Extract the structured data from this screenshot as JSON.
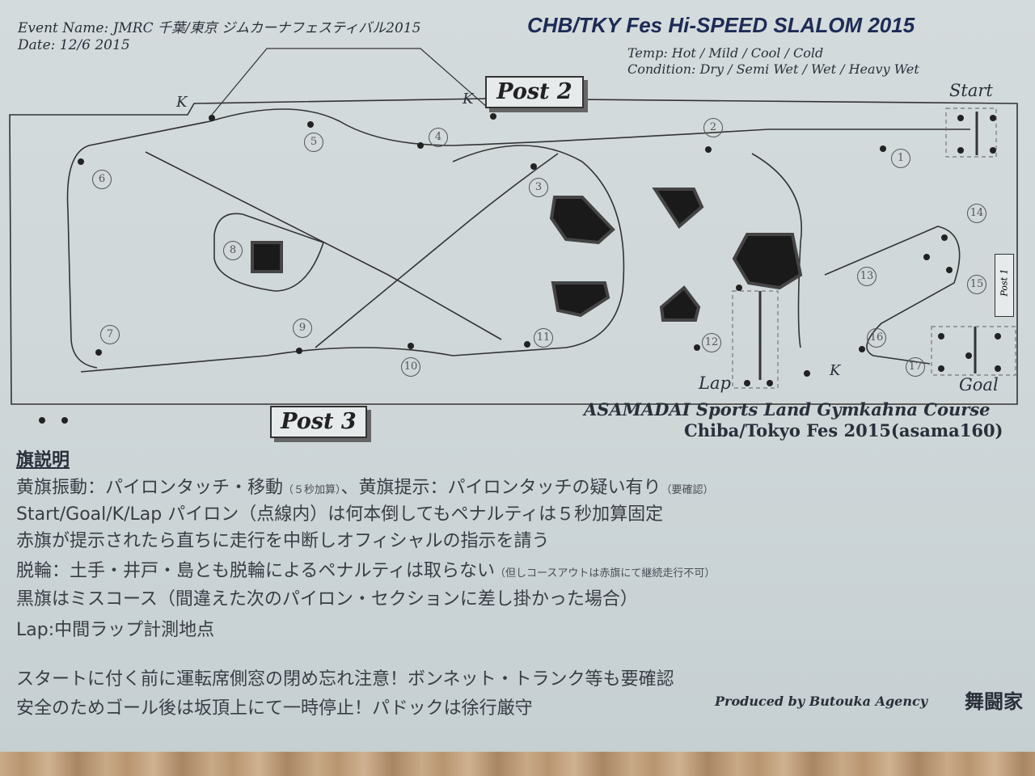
{
  "header": {
    "event_name": "Event Name: JMRC 千葉/東京 ジムカーナフェスティバル2015",
    "date": "Date:      12/6  2015",
    "title": "CHB/TKY Fes Hi-SPEED SLALOM 2015",
    "temp": "Temp: Hot / Mild / Cool / Cold",
    "condition": "Condition: Dry / Semi Wet / Wet / Heavy Wet"
  },
  "course": {
    "post1": "Post 1",
    "post2": "Post 2",
    "post3": "Post 3",
    "start": "Start",
    "goal": "Goal",
    "lap": "Lap",
    "k_marker": "K",
    "pylon_numbers": [
      "1",
      "2",
      "3",
      "4",
      "5",
      "6",
      "7",
      "8",
      "9",
      "10",
      "11",
      "12",
      "13",
      "14",
      "15",
      "16",
      "17"
    ],
    "name": "ASAMADAI Sports Land Gymkahna Course",
    "subtitle": "Chiba/Tokyo Fes 2015(asama160)"
  },
  "legend": {
    "title": "旗説明",
    "rule1": "黄旗振動：パイロンタッチ・移動",
    "rule1_note": "（５秒加算）",
    "rule1b": "、黄旗提示：パイロンタッチの疑い有り",
    "rule1b_note": "（要確認）",
    "rule2": "Start/Goal/K/Lap パイロン（点線内）は何本倒してもペナルティは５秒加算固定",
    "rule3": "赤旗が提示されたら直ちに走行を中断しオフィシャルの指示を請う",
    "rule4": "脱輪：土手・井戸・島とも脱輪によるペナルティは取らない",
    "rule4_note": "（但しコースアウトは赤旗にて継続走行不可）",
    "rule5": "黒旗はミスコース（間違えた次のパイロン・セクションに差し掛かった場合）",
    "rule6": "Lap:中間ラップ計測地点",
    "warn1": "スタートに付く前に運転席側窓の閉め忘れ注意！ボンネット・トランク等も要確認",
    "warn2": "安全のためゴール後は坂頂上にて一時停止！パドックは徐行厳守"
  },
  "footer": {
    "produced_by": "Produced by Butouka Agency",
    "logo_text": "舞闘家"
  },
  "colors": {
    "paper": "#d0d8da",
    "ink": "#2a2f3a",
    "obstacle": "#1a1a1a",
    "wood": "#b89a7a"
  }
}
